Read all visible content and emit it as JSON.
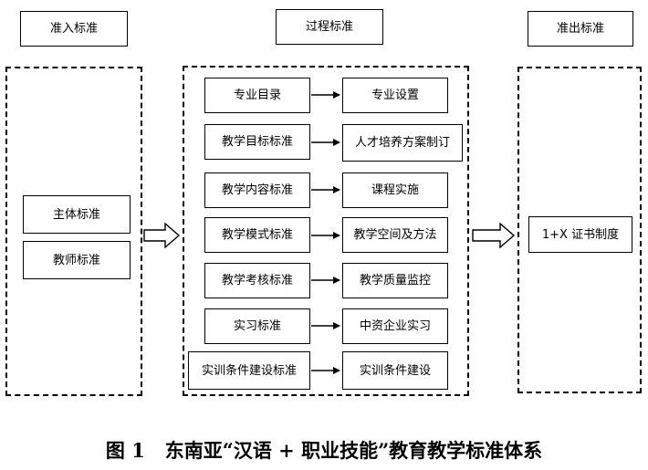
{
  "headers": {
    "entry": "准入标准",
    "process": "过程标准",
    "exit": "准出标准"
  },
  "entry_items": [
    "主体标准",
    "教师标准"
  ],
  "process_rows": [
    {
      "left": "专业目录",
      "right": "专业设置"
    },
    {
      "left": "教学目标标准",
      "right": "人才培养方案制订"
    },
    {
      "left": "教学内容标准",
      "right": "课程实施"
    },
    {
      "left": "教学模式标准",
      "right": "教学空间及方法"
    },
    {
      "left": "教学考核标准",
      "right": "教学质量监控"
    },
    {
      "left": "实习标准",
      "right": "中资企业实习"
    },
    {
      "left": "实训条件建设标准",
      "right": "实训条件建设"
    }
  ],
  "exit_items": [
    "1+X 证书制度"
  ],
  "caption": {
    "number": "图 1",
    "title": "东南亚“汉语 + 职业技能”教育教学标准体系"
  }
}
